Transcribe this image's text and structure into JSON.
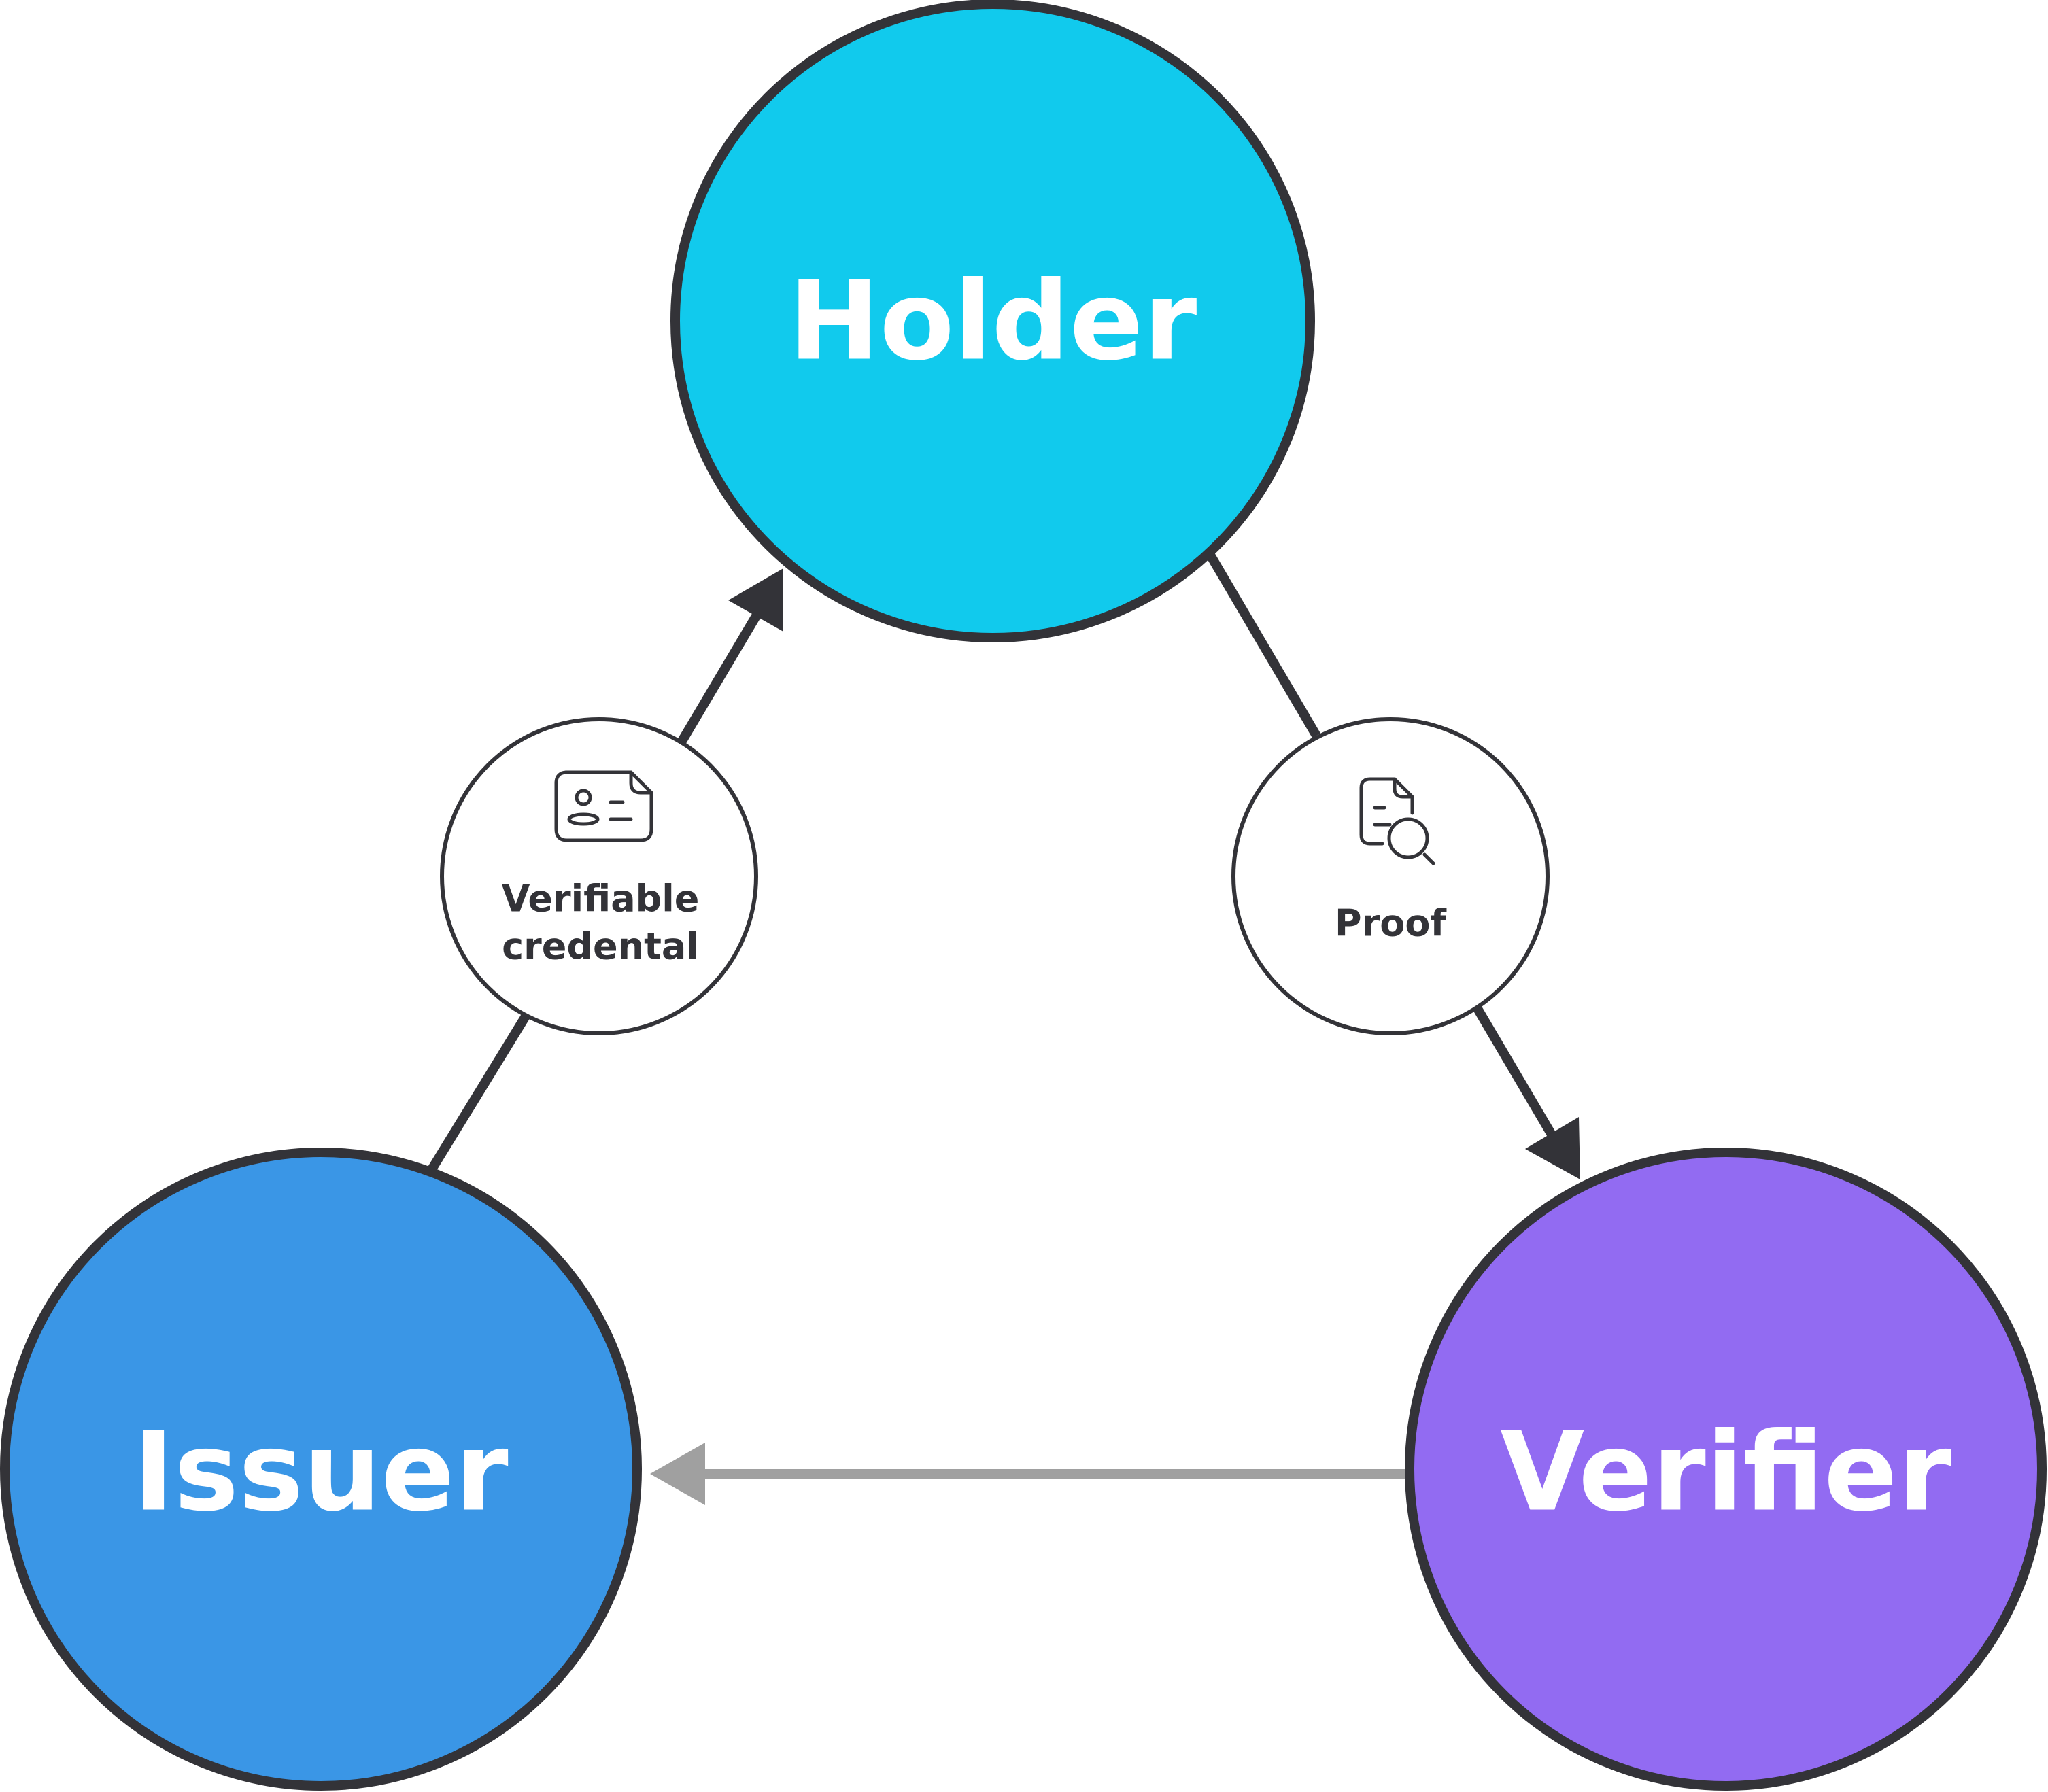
{
  "roles": {
    "holder": {
      "label": "Holder",
      "color": "#11CAED"
    },
    "issuer": {
      "label": "Issuer",
      "color": "#3A96E6"
    },
    "verifier": {
      "label": "Verifier",
      "color": "#926BF2"
    }
  },
  "items": {
    "credential": {
      "line1": "Verifiable",
      "line2": "credental",
      "icon": "id-card-icon"
    },
    "proof": {
      "label": "Proof",
      "icon": "document-search-icon"
    }
  },
  "colors": {
    "outline": "#333338",
    "arrow": "#333338",
    "arrow_return": "#A0A0A0",
    "item_fill": "#ffffff"
  }
}
